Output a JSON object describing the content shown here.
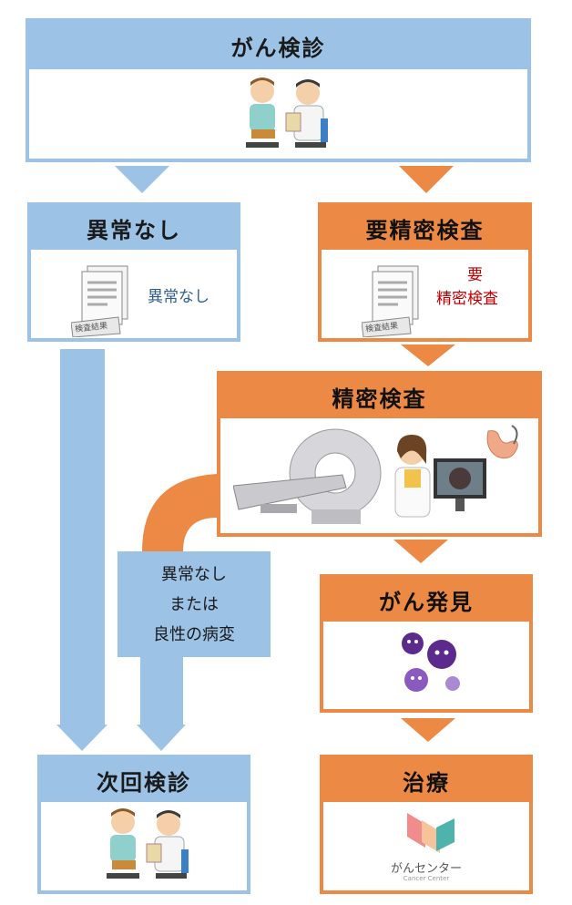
{
  "boxes": {
    "checkup": "がん検診",
    "no_abnormality": "異常なし",
    "needs_exam": "要精密検査",
    "detailed_exam": "精密検査",
    "cancer_found": "がん発見",
    "next_checkup": "次回検診",
    "treatment": "治療"
  },
  "result_sheet_label": "検査結果",
  "notes": {
    "no_abnormality": "異常なし",
    "needs_exam_line1": "要",
    "needs_exam_line2": "精密検査"
  },
  "middle_note": {
    "line1": "異常なし",
    "line2": "または",
    "line3": "良性の病変"
  },
  "logo": {
    "name": "がんセンター",
    "sub": "Cancer Center"
  },
  "colors": {
    "blue": "#9cc2e6",
    "orange": "#ec8a45",
    "note_blue": "#2f5f8a",
    "note_red": "#c00000",
    "germ_purple": "#5b2a8c"
  }
}
